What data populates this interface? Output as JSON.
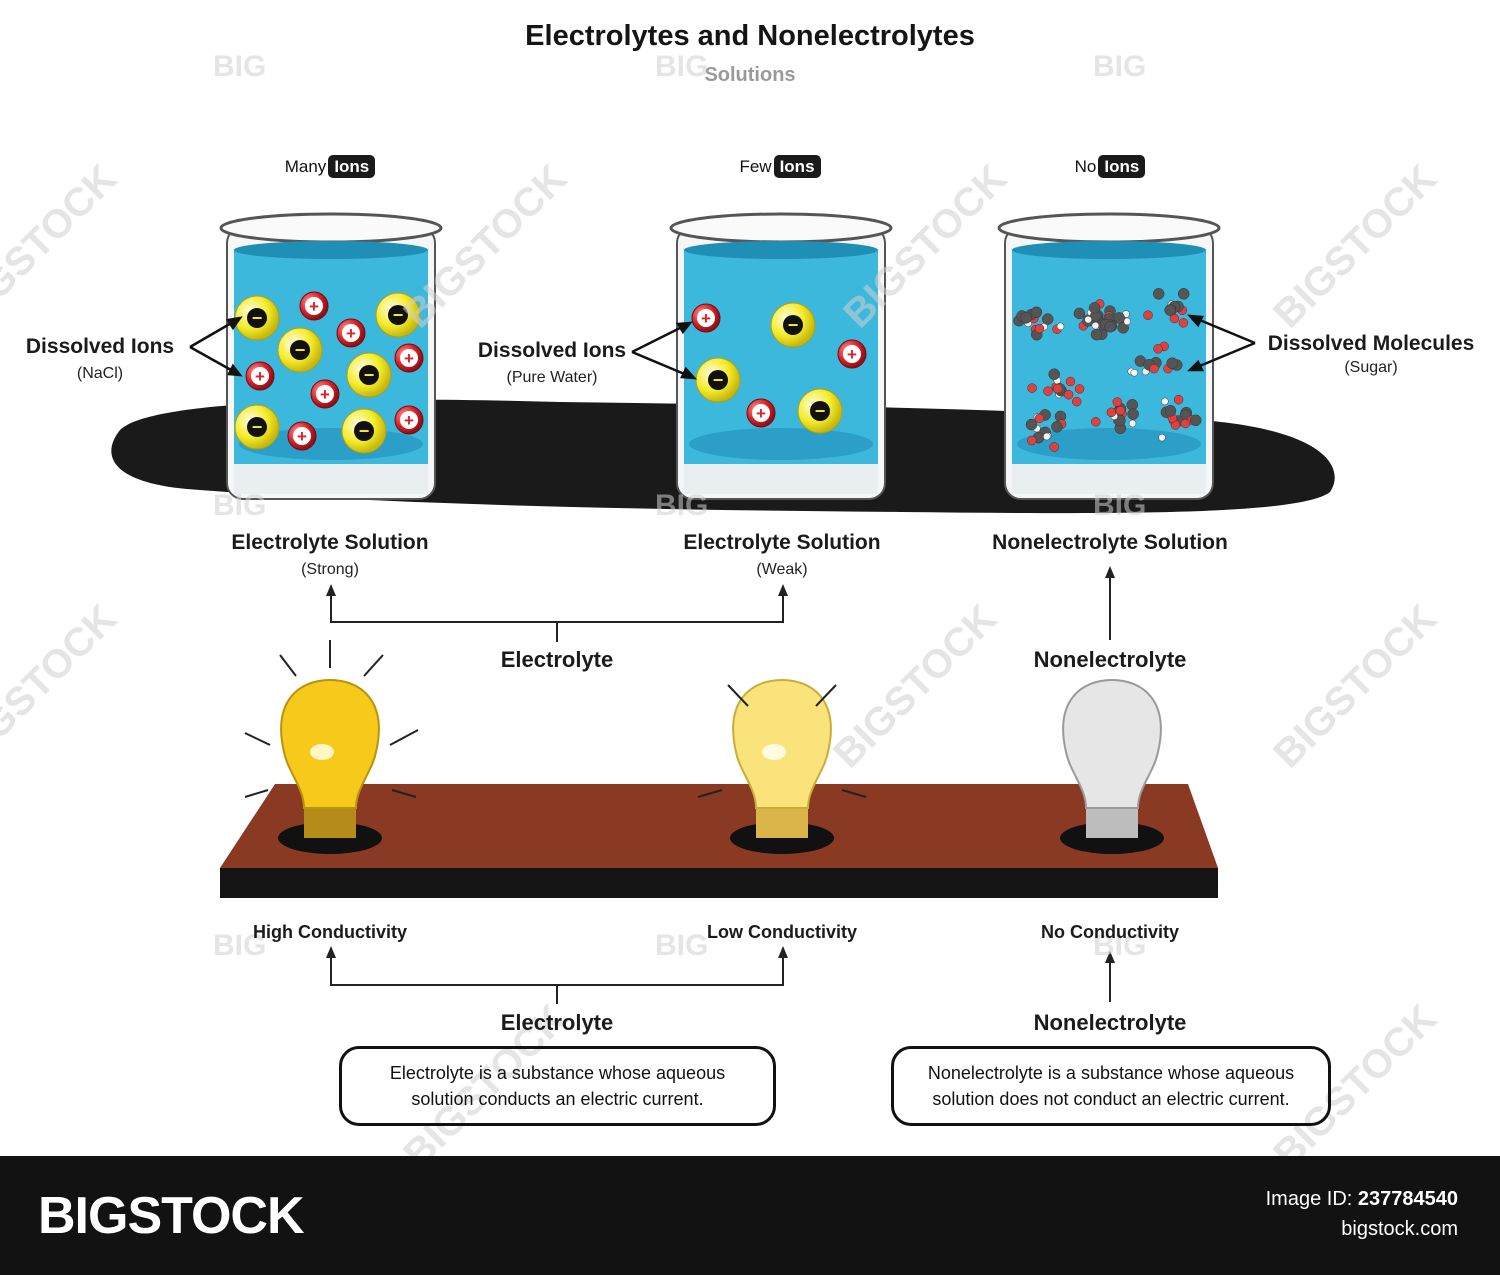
{
  "title": "Electrolytes and Nonelectrolytes",
  "subtitle": "Solutions",
  "beakers": [
    {
      "count_word": "Many",
      "ions_word": "Ions",
      "solution": "Electrolyte Solution",
      "strength": "(Strong)",
      "conductivity": "High Conductivity"
    },
    {
      "count_word": "Few",
      "ions_word": "Ions",
      "solution": "Electrolyte Solution",
      "strength": "(Weak)",
      "conductivity": "Low Conductivity"
    },
    {
      "count_word": "No",
      "ions_word": "Ions",
      "solution": "Nonelectrolyte Solution",
      "strength": "",
      "conductivity": "No Conductivity"
    }
  ],
  "callouts": {
    "nacl": {
      "label": "Dissolved Ions",
      "note": "(NaCl)"
    },
    "water": {
      "label": "Dissolved Ions",
      "note": "(Pure Water)"
    },
    "sugar": {
      "label": "Dissolved Molecules",
      "note": "(Sugar)"
    }
  },
  "groups": {
    "electrolyte": "Electrolyte",
    "nonelectrolyte": "Nonelectrolyte"
  },
  "definitions": {
    "electrolyte": "Electrolyte is a substance whose aqueous solution conducts an electric current.",
    "nonelectrolyte": "Nonelectrolyte is a substance whose aqueous solution does not conduct an electric current."
  },
  "ion_symbols": {
    "positive": "+",
    "negative": "−"
  },
  "colors": {
    "water": "#3cb8dc",
    "positive_ion": "#d8232a",
    "negative_ion": "#f4ec2a",
    "board": "#8a3a22",
    "bulb_bright": "#f7c91a",
    "bulb_dim": "#f9e37a",
    "bulb_off": "#e6e6e6"
  },
  "watermark": {
    "brand": "BIGSTOCK",
    "short": "BIG"
  },
  "footer": {
    "brand": "BIGSTOCK",
    "image_id_label": "Image ID:",
    "image_id": "237784540",
    "site": "bigstock.com"
  }
}
